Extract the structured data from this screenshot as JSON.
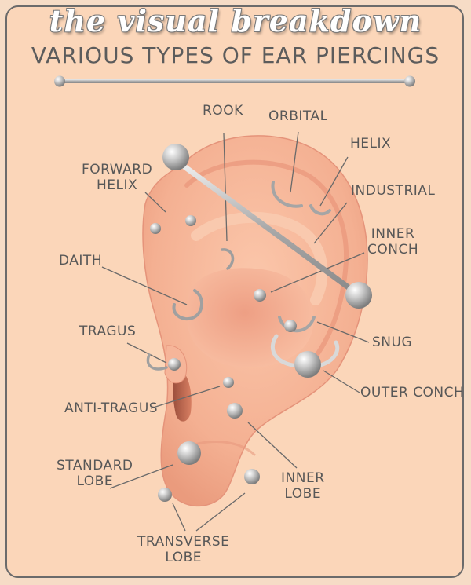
{
  "header": {
    "script_title": "the visual breakdown",
    "main_title": "VARIOUS TYPES OF EAR PIERCINGS"
  },
  "labels": {
    "rook": [
      "ROOK"
    ],
    "orbital": [
      "ORBITAL"
    ],
    "helix": [
      "HELIX"
    ],
    "forward_helix": [
      "FORWARD",
      "HELIX"
    ],
    "industrial": [
      "INDUSTRIAL"
    ],
    "inner_conch": [
      "INNER",
      "CONCH"
    ],
    "daith": [
      "DAITH"
    ],
    "tragus": [
      "TRAGUS"
    ],
    "snug": [
      "SNUG"
    ],
    "outer_conch": [
      "OUTER CONCH"
    ],
    "anti_tragus": [
      "ANTI-TRAGUS"
    ],
    "standard_lobe": [
      "STANDARD",
      "LOBE"
    ],
    "inner_lobe": [
      "INNER",
      "LOBE"
    ],
    "transverse_lobe": [
      "TRANSVERSE",
      "LOBE"
    ]
  },
  "colors": {
    "background": "#fbd6b9",
    "skin": "#f6b89a",
    "skin_shadow": "#e8977a",
    "metal": "#b8b8b8",
    "text": "#575757"
  }
}
